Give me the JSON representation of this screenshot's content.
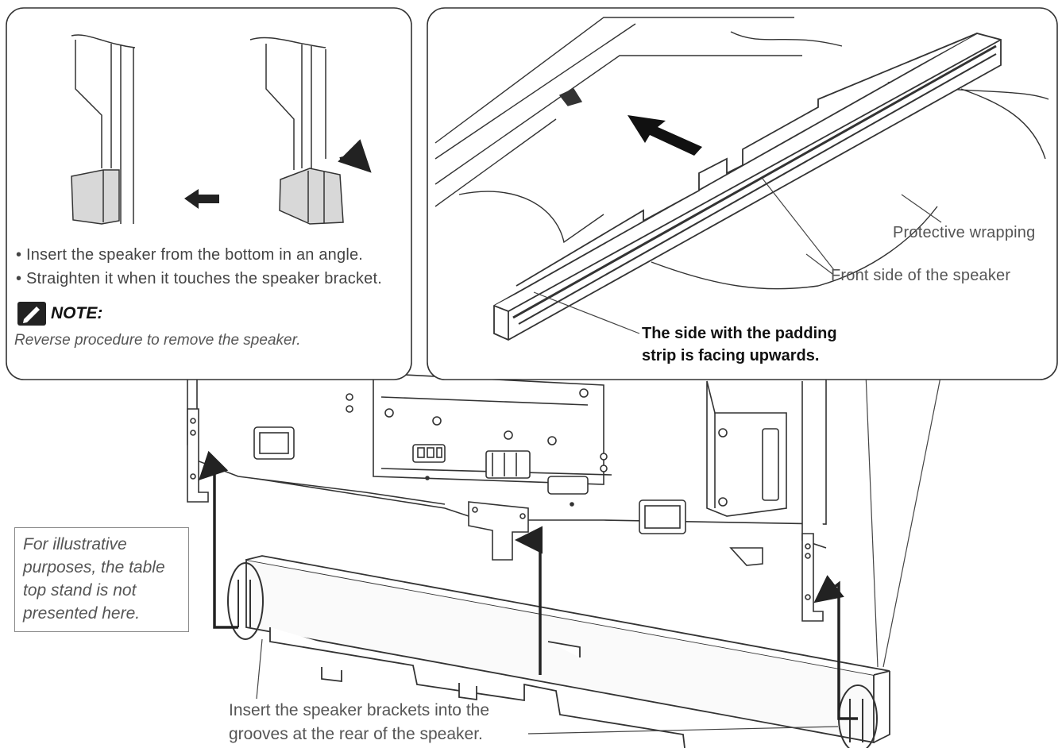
{
  "left_panel": {
    "bullets": [
      "• Insert the speaker from the bottom in an angle.",
      "• Straighten it when it touches the speaker bracket."
    ],
    "note_label": "NOTE:",
    "note_text": "Reverse procedure to remove the speaker.",
    "note_icon": "pencil-note-icon"
  },
  "right_panel": {
    "label_wrapping": "Protective wrapping",
    "label_front": "Front side of the speaker",
    "label_padding": "The side with the padding\nstrip is facing upwards."
  },
  "illustrative_note": "For illustrative\npurposes, the table\ntop stand is not\npresented here.",
  "bottom_label": "Insert the speaker brackets into the\ngrooves at the rear of the speaker."
}
